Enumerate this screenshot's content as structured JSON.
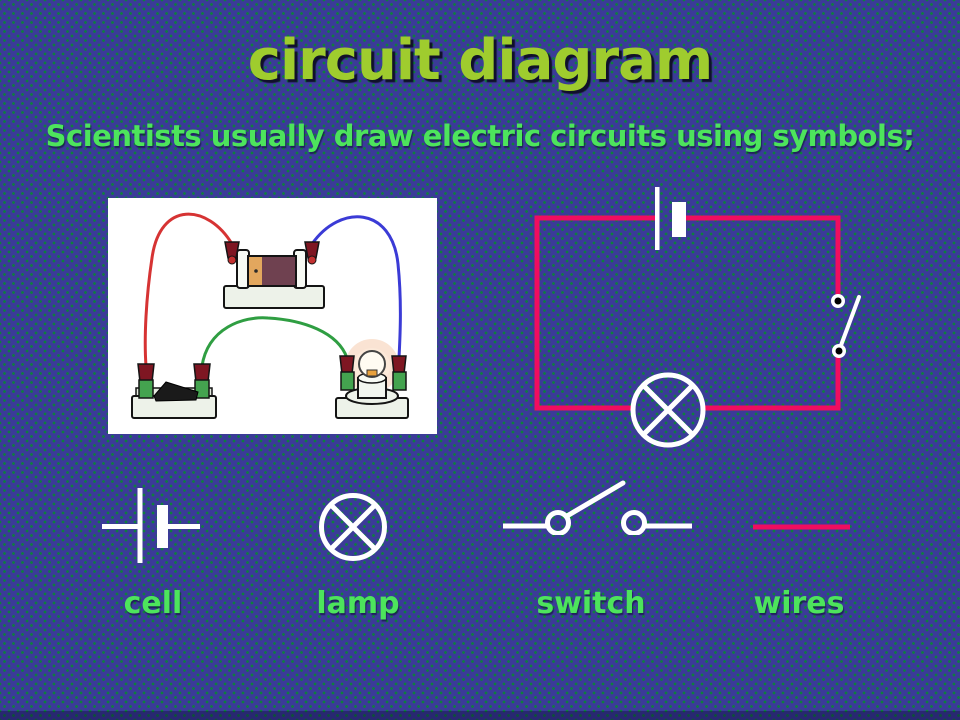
{
  "slide": {
    "title": "circuit diagram",
    "subtitle": "Scientists usually draw electric circuits using symbols;"
  },
  "colors": {
    "bg": "#3B3B98",
    "dot": "#0E7F3E",
    "title": "#9FCC2E",
    "title-shadow": "#10102A",
    "green": "#4DE45C",
    "pink": "#F00D5F",
    "white": "#FFFFFF",
    "wire-red": "#D63333",
    "wire-blue": "#3B3BD6",
    "wire-green": "#2F9E42"
  },
  "symbols": [
    {
      "id": "cell",
      "label": "cell"
    },
    {
      "id": "lamp",
      "label": "lamp"
    },
    {
      "id": "switch",
      "label": "switch"
    },
    {
      "id": "wires",
      "label": "wires"
    }
  ]
}
